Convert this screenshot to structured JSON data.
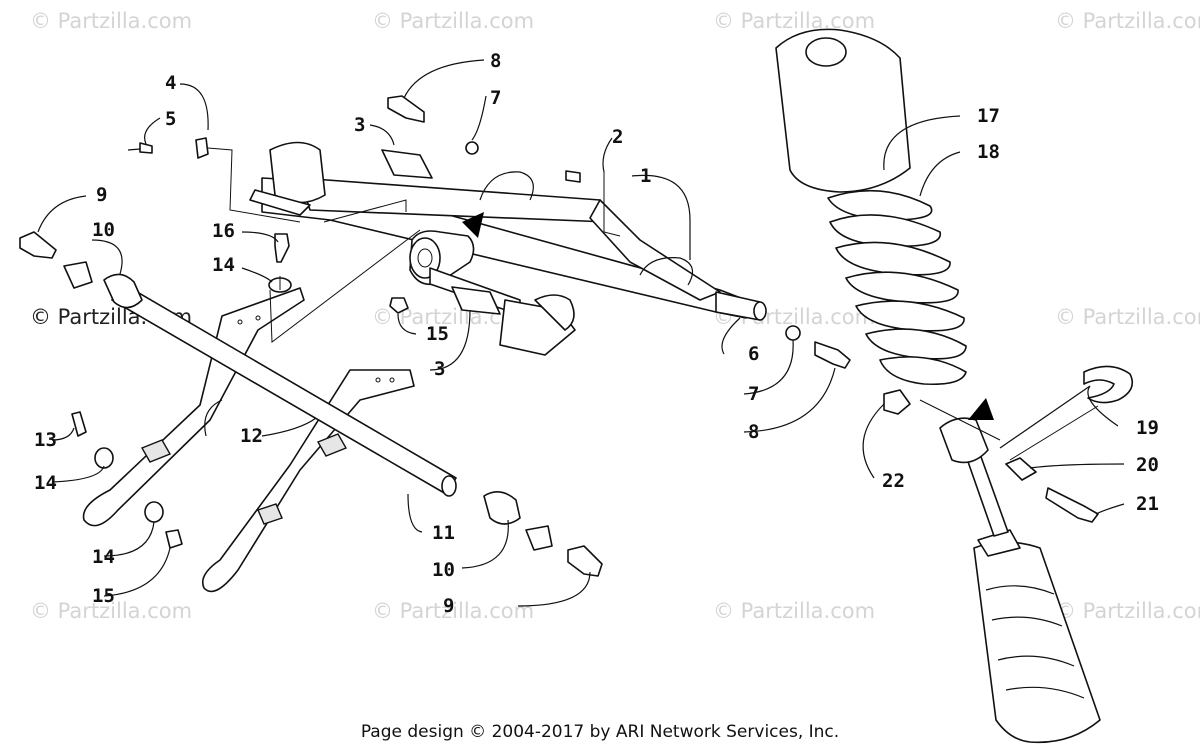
{
  "watermarks": {
    "text": "© Partzilla.com",
    "dark_text": "© Partzilla.com"
  },
  "callouts": [
    "1",
    "2",
    "3",
    "3",
    "4",
    "5",
    "6",
    "7",
    "7",
    "8",
    "8",
    "9",
    "9",
    "10",
    "10",
    "11",
    "12",
    "13",
    "14",
    "14",
    "14",
    "15",
    "15",
    "16",
    "17",
    "18",
    "19",
    "20",
    "21",
    "22"
  ],
  "footer": {
    "text": "Page design © 2004-2017 by ARI Network Services, Inc."
  },
  "colors": {
    "ink": "#111111",
    "watermark": "#d4d4d4",
    "background": "#ffffff"
  }
}
